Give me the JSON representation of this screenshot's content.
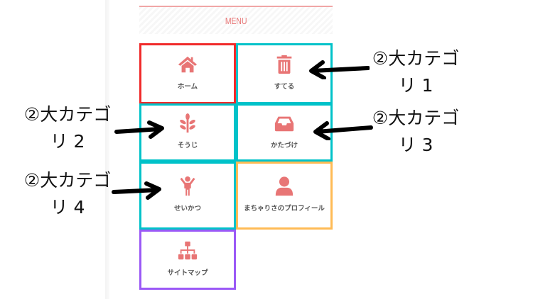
{
  "menu": {
    "title": "MENU",
    "items": [
      {
        "label": "ホーム",
        "icon": "home-icon",
        "border": "#f02a2a"
      },
      {
        "label": "すてる",
        "icon": "trash-icon",
        "border": "#00c2c9"
      },
      {
        "label": "そうじ",
        "icon": "leaf-icon",
        "border": "#00c2c9"
      },
      {
        "label": "かたづけ",
        "icon": "inbox-tray-icon",
        "border": "#00c2c9"
      },
      {
        "label": "せいかつ",
        "icon": "person-raising-arms-icon",
        "border": "#00c2c9"
      },
      {
        "label": "まちゃりさのプロフィール",
        "icon": "user-icon",
        "border": "#ffbb55"
      },
      {
        "label": "サイトマップ",
        "icon": "sitemap-icon",
        "border": "#9b59f6"
      }
    ]
  },
  "annotations": [
    {
      "line1": "②大カテゴ",
      "line2": "リ 1"
    },
    {
      "line1": "②大カテゴ",
      "line2": "リ 2"
    },
    {
      "line1": "②大カテゴ",
      "line2": "リ 3"
    },
    {
      "line1": "②大カテゴ",
      "line2": "リ 4"
    }
  ],
  "colors": {
    "icon": "#e87575",
    "accent": "#f0a6a6"
  }
}
